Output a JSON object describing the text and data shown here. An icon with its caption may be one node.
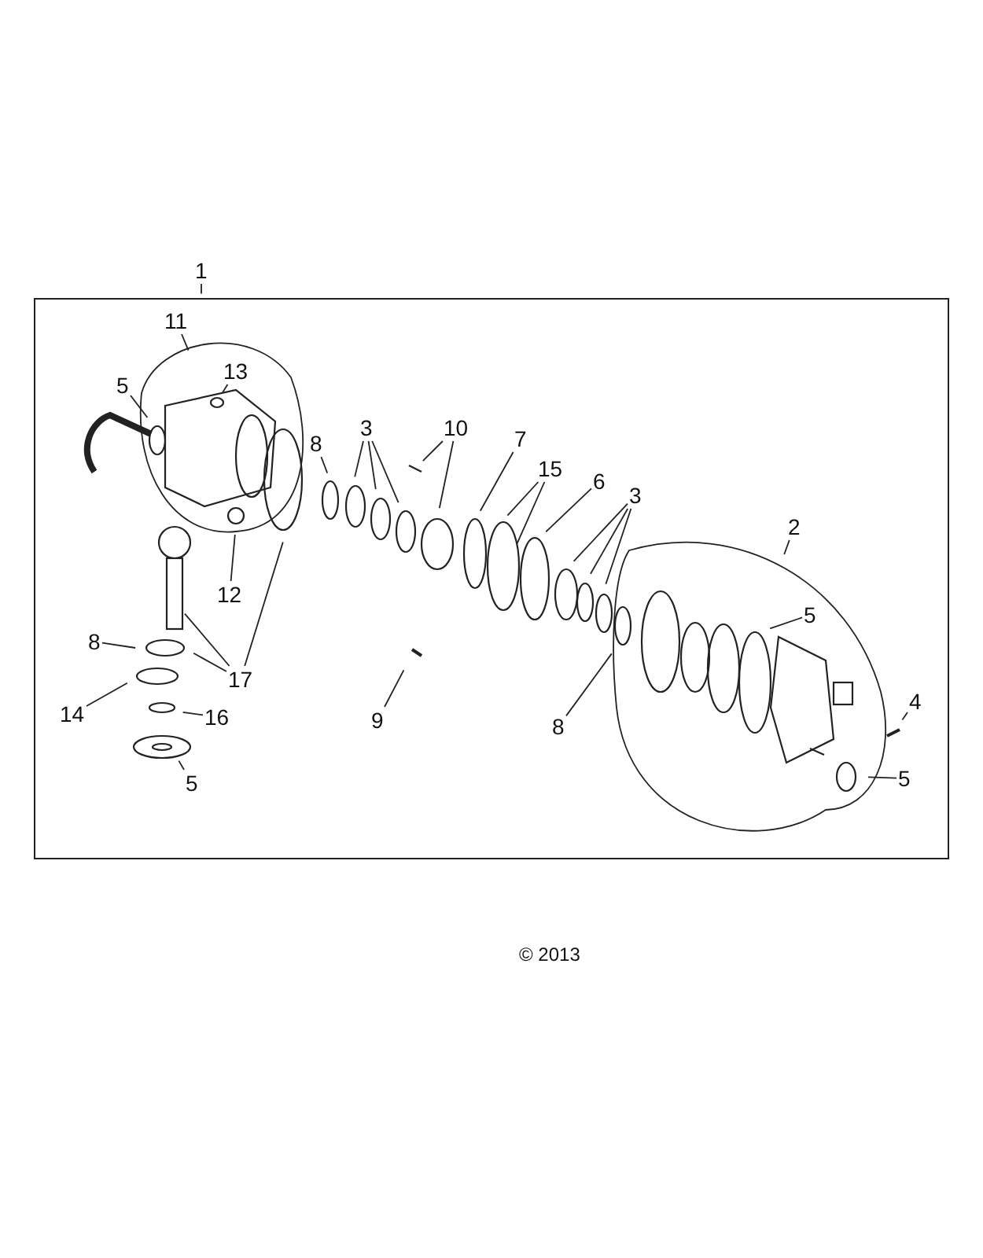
{
  "diagram": {
    "nodes": [
      {
        "text": [
          "1"
        ]
      },
      {
        "text": [
          "11"
        ]
      },
      {
        "text": [
          "13"
        ]
      },
      {
        "text": [
          "5"
        ]
      },
      {
        "text": [
          "3"
        ]
      },
      {
        "text": [
          "10"
        ]
      },
      {
        "text": [
          "7"
        ]
      },
      {
        "text": [
          "15"
        ]
      },
      {
        "text": [
          "6"
        ]
      },
      {
        "text": [
          "3"
        ]
      },
      {
        "text": [
          "2"
        ]
      },
      {
        "text": [
          "8"
        ]
      },
      {
        "text": [
          "5"
        ]
      },
      {
        "text": [
          "12"
        ]
      },
      {
        "text": [
          "17"
        ]
      },
      {
        "text": [
          "8"
        ]
      },
      {
        "text": [
          "14"
        ]
      },
      {
        "text": [
          "9"
        ]
      },
      {
        "text": [
          "8"
        ]
      },
      {
        "text": [
          "4"
        ]
      },
      {
        "text": [
          "16"
        ]
      },
      {
        "text": [
          "5"
        ]
      },
      {
        "text": [
          "5"
        ]
      }
    ],
    "edges": [
      {
        "from": 0,
        "to": null,
        "arrow": "none"
      },
      {
        "from": 1,
        "to": null,
        "arrow": "none"
      },
      {
        "from": 2,
        "to": null,
        "arrow": "none"
      },
      {
        "from": 3,
        "to": null,
        "arrow": "none"
      },
      {
        "from": 4,
        "to": null,
        "arrow": "none"
      },
      {
        "from": 4,
        "to": null,
        "arrow": "none"
      },
      {
        "from": 4,
        "to": null,
        "arrow": "none"
      },
      {
        "from": 5,
        "to": null,
        "arrow": "none"
      },
      {
        "from": 5,
        "to": null,
        "arrow": "none"
      },
      {
        "from": 6,
        "to": null,
        "arrow": "none"
      },
      {
        "from": 7,
        "to": null,
        "arrow": "none"
      },
      {
        "from": 7,
        "to": null,
        "arrow": "none"
      },
      {
        "from": 8,
        "to": null,
        "arrow": "none"
      },
      {
        "from": 9,
        "to": null,
        "arrow": "none"
      },
      {
        "from": 9,
        "to": null,
        "arrow": "none"
      },
      {
        "from": 9,
        "to": null,
        "arrow": "none"
      },
      {
        "from": 10,
        "to": null,
        "arrow": "none"
      },
      {
        "from": 11,
        "to": null,
        "arrow": "none"
      },
      {
        "from": 12,
        "to": null,
        "arrow": "none"
      },
      {
        "from": 13,
        "to": null,
        "arrow": "none"
      },
      {
        "from": 14,
        "to": null,
        "arrow": "none"
      },
      {
        "from": 14,
        "to": null,
        "arrow": "none"
      },
      {
        "from": 14,
        "to": null,
        "arrow": "none"
      },
      {
        "from": 15,
        "to": null,
        "arrow": "none"
      },
      {
        "from": 16,
        "to": null,
        "arrow": "none"
      },
      {
        "from": 17,
        "to": null,
        "arrow": "none"
      },
      {
        "from": 18,
        "to": null,
        "arrow": "none"
      },
      {
        "from": 19,
        "to": null,
        "arrow": "none"
      },
      {
        "from": 20,
        "to": null,
        "arrow": "none"
      },
      {
        "from": 21,
        "to": null,
        "arrow": "none"
      },
      {
        "from": 22,
        "to": null,
        "arrow": "none"
      }
    ],
    "labels": [
      "© 2013"
    ]
  }
}
